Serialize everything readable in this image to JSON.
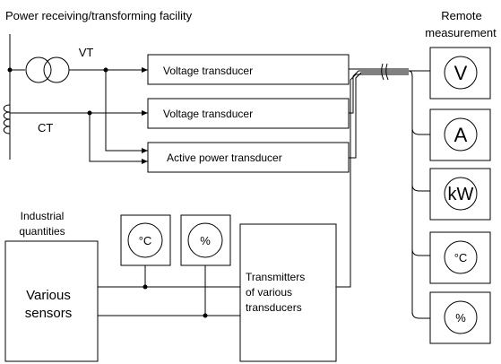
{
  "title": "Power receiving/transforming facility",
  "remote_label_line1": "Remote",
  "remote_label_line2": "measurement",
  "vt_label": "VT",
  "ct_label": "CT",
  "transducers": {
    "voltage_1": "Voltage transducer",
    "voltage_2": "Voltage transducer",
    "active_power": "Active power transducer"
  },
  "industrial_label_line1": "Industrial",
  "industrial_label_line2": "quantities",
  "sensors": {
    "line1": "Various",
    "line2": "sensors"
  },
  "local_meters": {
    "temperature": "°C",
    "percent": "%"
  },
  "transmitters": {
    "line1": "Transmitters",
    "line2": "of various",
    "line3": "transducers"
  },
  "remote_meters": {
    "voltage": "V",
    "current": "A",
    "power": "kW",
    "temperature": "°C",
    "percent": "%"
  }
}
